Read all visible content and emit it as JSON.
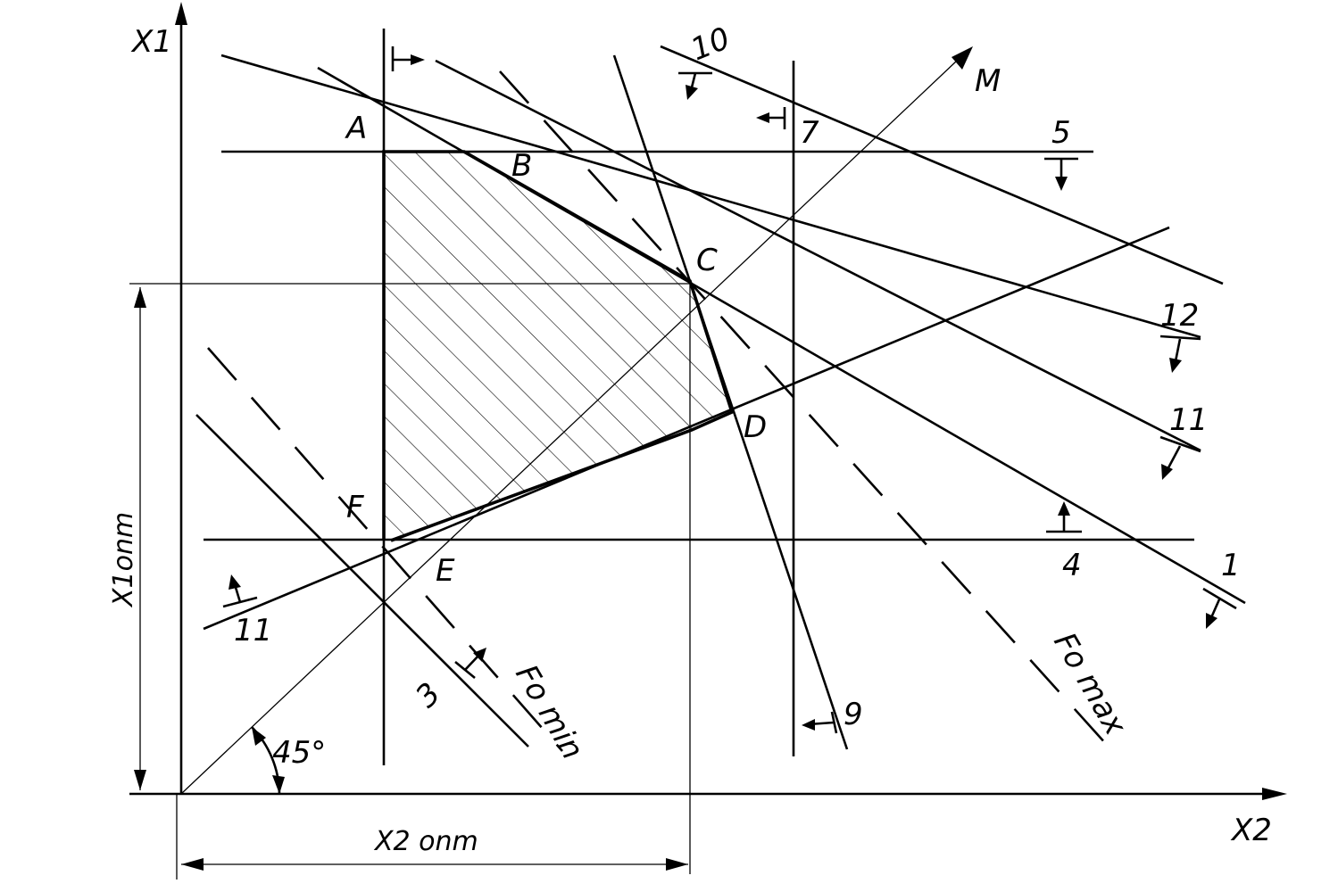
{
  "axes": {
    "x1": "X1",
    "x2": "X2",
    "x1_optimum": "X1onm",
    "x2_optimum": "X2 onm"
  },
  "angle_label": "45°",
  "ray_label": "M",
  "vertices": {
    "a": "A",
    "b": "B",
    "c": "C",
    "d": "D",
    "e": "E",
    "f": "F"
  },
  "constraint_labels": {
    "c1": "1",
    "c3": "3",
    "c4": "4",
    "c5": "5",
    "c7": "7",
    "c9": "9",
    "c10": "10",
    "c11_lower": "11",
    "c11_upper": "11",
    "c12": "12"
  },
  "objective_labels": {
    "min": "Fo min",
    "max": "Fo max"
  },
  "colors": {
    "ink": "#000000",
    "paper": "#ffffff"
  }
}
